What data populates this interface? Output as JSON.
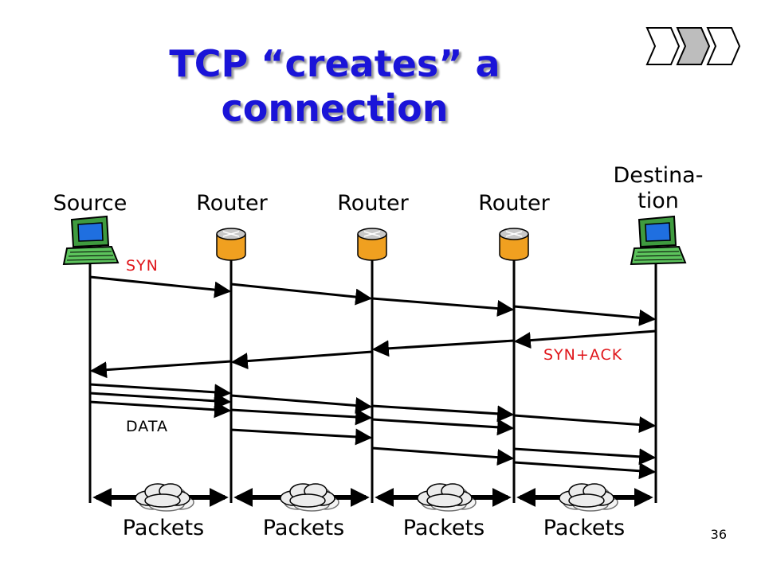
{
  "slide": {
    "title_line1": "TCP “creates” a",
    "title_line2": "connection",
    "page_number": "36"
  },
  "nodes": [
    {
      "label": "Source",
      "kind": "computer"
    },
    {
      "label": "Router",
      "kind": "router"
    },
    {
      "label": "Router",
      "kind": "router"
    },
    {
      "label": "Router",
      "kind": "router"
    },
    {
      "label_line1": "Destina-",
      "label_line2": "tion",
      "kind": "computer"
    }
  ],
  "messages": {
    "syn": "SYN",
    "syn_ack": "SYN+ACK",
    "data": "DATA"
  },
  "links": [
    {
      "label": "Packets"
    },
    {
      "label": "Packets"
    },
    {
      "label": "Packets"
    },
    {
      "label": "Packets"
    }
  ],
  "colors": {
    "title": "#1a14d8",
    "message_red": "#e0161b",
    "router_body": "#f0a020",
    "screen": "#1f6fe0",
    "terminal_body": "#3f9b3f"
  },
  "icons": {
    "nav": "slide-navigation-arrows",
    "computer": "computer-terminal-icon",
    "router": "router-icon",
    "cloud": "cloud-icon"
  }
}
